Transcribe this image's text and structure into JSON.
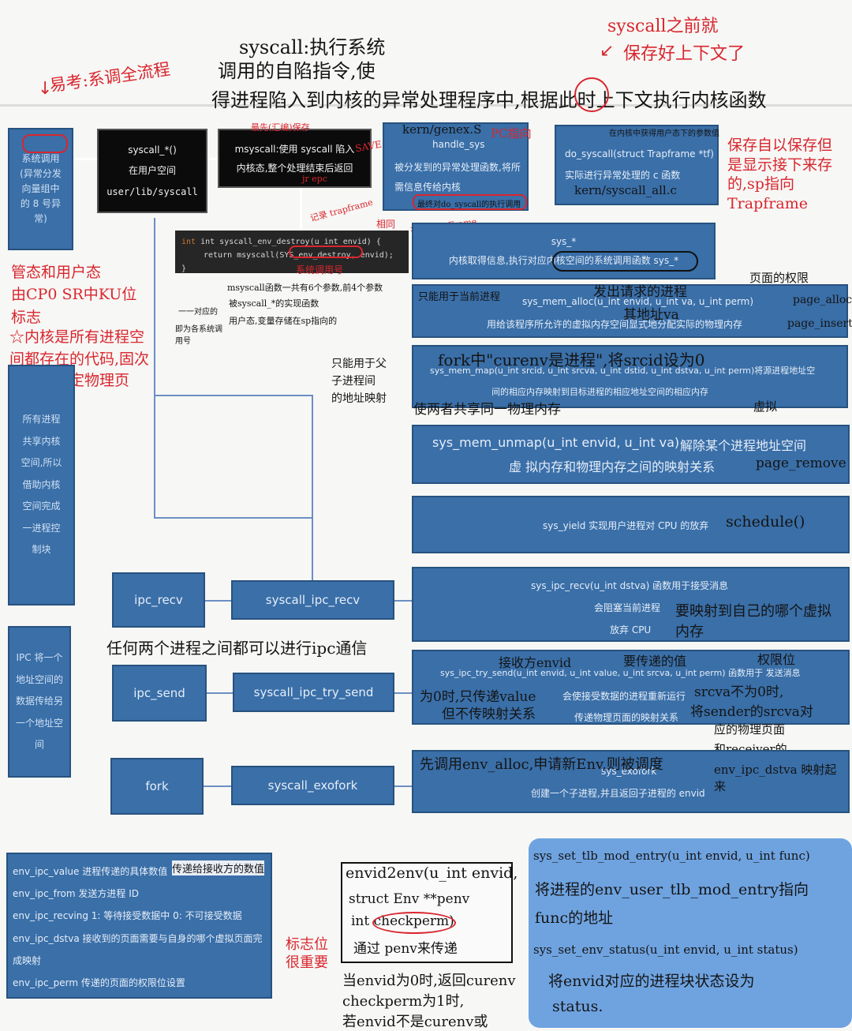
{
  "hand_notes": {
    "top_left": "易考:系调全流程",
    "title_line1": "syscall:执行系统",
    "title_line2": "调用的自陷指令,使",
    "title_line3": "得进程陷入到内核的异常处理程序中,根据此时上下文执行内核函数",
    "top_right_1": "syscall之前就",
    "top_right_2": "保存好上下文了",
    "asm_label": "kern/genex.S",
    "pc_point": "PC指向",
    "save_all": "SAVE ALL",
    "trap_frame": "存到TrapFrame",
    "first_save": "最先(汇编)保存",
    "jr_epc": "jr epc",
    "record": "记录 trapframe",
    "mid_same": "相同",
    "kern_syscall_all": "kern/syscall_all.c",
    "save_right": "保存自以保存但是显示接下来存的,sp指向Trapframe",
    "syscall_cmt1": "msyscall函数一共有6个参数,前4个参数",
    "syscall_cmt2": "被syscall_*的实现函数",
    "syscall_cmt3": "用户态,变量存储在sp指向的",
    "syscall_cmt4": "一一对应的",
    "syscall_cmt5": "即为各系统调用号",
    "sys_num": "系统调用号",
    "kernel_text1": "管态和用户态",
    "kernel_text2": "由CP0 SR中KU位",
    "kernel_text3": "标志",
    "kernel_text4": "☆内核是所有进程空间都存在的代码,固次映射到固定物理页",
    "only_current": "只能用于当前进程",
    "req_proc": "发出请求的进程",
    "its_va": "其地址va",
    "perm_page": "页面的权限",
    "page_alloc": "page_alloc",
    "page_insert": "page_insert",
    "fork_note": "fork中\"curenv是进程\",将srcid设为0",
    "only_parent1": "只能用于父",
    "only_parent2": "子进程间",
    "only_parent3": "的地址映射",
    "same_phys": "使两者共享同一物理内存",
    "virtual": "虚拟",
    "page_remove": "page_remove",
    "schedule": "schedule()",
    "recv_map": "要映射到自己的哪个虚拟内存",
    "ipc_note": "任何两个进程之间都可以进行ipc通信",
    "recv_env": "接收方envid",
    "to_send_val": "要传递的值",
    "perm_bits": "权限位",
    "zero_note1": "为0时,只传递value",
    "zero_note2": "但不传映射关系",
    "srcva_note1": "srcva不为0时,",
    "srcva_note2": "将sender的srcva对",
    "srcva_note3": "应的物理页面",
    "srcva_note4": "和receiver的",
    "srcva_note5": "env_ipc_dstva 映射起来",
    "exofork_note": "先调用env_alloc,申请新Env,则被调度",
    "value_note": "传递给接收方的数值",
    "important": "标志位很重要",
    "envid_1": "envid2env(u_int envid,",
    "envid_2": "struct Env **penv",
    "envid_3": "int checkperm)",
    "envid_4": "通过 penv来传递",
    "envid_5": "当envid为0时,返回curenv",
    "envid_6": "checkperm为1时,",
    "envid_7": "若envid不是curenv或",
    "blue_1": "sys_set_tlb_mod_entry(u_int envid, u_int func)",
    "blue_2": "将进程的env_user_tlb_mod_entry指向",
    "blue_3": "func的地址",
    "blue_4": "sys_set_env_status(u_int envid, u_int status)",
    "blue_5": "将envid对应的进程块状态设为",
    "blue_6": "status."
  },
  "boxes": {
    "exception": "系统调用 (异常分发向量组中的 8 号异常)",
    "syscall_title": "syscall_*()",
    "syscall_l2": "在用户空间",
    "syscall_l3": "user/lib/syscall",
    "msyscall": "msyscall:使用 syscall 陷入内核态,整个处理结束后返回",
    "handle_sys_title": "handle_sys",
    "handle_sys_body": "被分发到的异常处理函数,将所需信息传给内核",
    "handle_sys_red": "最终对do_syscall的执行调用",
    "do_syscall_small": "在内核中获得用户态下的参数值",
    "do_syscall_title": "do_syscall(struct Trapframe *tf)",
    "do_syscall_body": "实际进行异常处理的 c 函数",
    "sys_title": "sys_*",
    "sys_body": "内核取得信息,执行对应内核空间的系统调用函数 sys_*",
    "mem_alloc_sig": "sys_mem_alloc(u_int envid, u_int va, u_int perm)",
    "mem_alloc_body": "用给该程序所允许的虚拟内存空间显式地分配实际的物理内存",
    "mem_map_sig": "sys_mem_map(u_int srcid, u_int srcva, u_int dstid, u_int dstva, u_int perm)将源进程地址空",
    "mem_map_body": "间的相应内存映射到目标进程的相应地址空间的相应内存",
    "unmap_sig": "sys_mem_unmap(u_int envid, u_int va)",
    "unmap_body1": "解除某个进程地址空间",
    "unmap_body2": "虚 拟内存和物理内存之间的映射关系",
    "yield_body": "sys_yield 实现用户进程对 CPU 的放弃",
    "ipc_recv_sig": "sys_ipc_recv(u_int dstva) 函数用于接受消息",
    "ipc_recv_b1": "会阻塞当前进程",
    "ipc_recv_b2": "放弃 CPU",
    "ipc_send_sig": "sys_ipc_try_send(u_int envid, u_int value, u_int srcva, u_int perm) 函数用于 发送消息",
    "ipc_send_b1": "会使接受数据的进程重新运行",
    "ipc_send_b2": "传递物理页面的映射关系",
    "exofork_sig": "sys_exofork",
    "exofork_body": "创建一个子进程,并且返回子进程的 envid",
    "shared": "所有进程共享内核空间,所以借助内核空间完成一进程控制块",
    "ipc_desc": "IPC 将一个地址空间的数据传给另一个地址空间",
    "ipc_recv": "ipc_recv",
    "syscall_ipc_recv": "syscall_ipc_recv",
    "ipc_send": "ipc_send",
    "syscall_ipc_try_send": "syscall_ipc_try_send",
    "fork": "fork",
    "syscall_exofork": "syscall_exofork"
  },
  "code": {
    "line1": "int syscall_env_destroy(u_int envid) {",
    "line2": "return msyscall(SYS_env_destroy, envid);",
    "line3": "}"
  },
  "env_fields": [
    {
      "name": "env_ipc_value",
      "desc": "进程传递的具体数值"
    },
    {
      "name": "env_ipc_from",
      "desc": "发送方进程 ID"
    },
    {
      "name": "env_ipc_recving",
      "desc": "1: 等待接受数据中 0: 不可接受数据"
    },
    {
      "name": "env_ipc_dstva",
      "desc": "接收到的页面需要与自身的哪个虚拟页面完成映射"
    },
    {
      "name": "env_ipc_perm",
      "desc": "传递的页面的权限位设置"
    }
  ]
}
